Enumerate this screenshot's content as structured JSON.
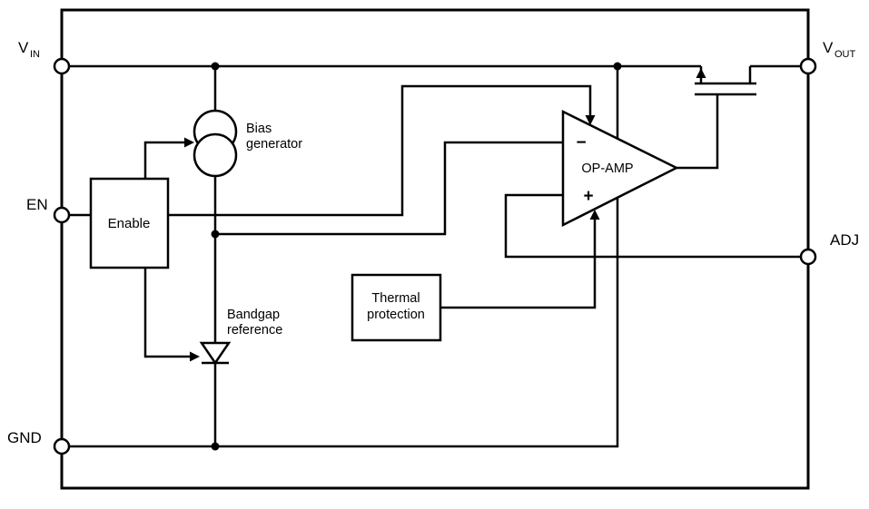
{
  "pins": {
    "vin": {
      "main": "V",
      "sub": "IN"
    },
    "vout": {
      "main": "V",
      "sub": "OUT"
    },
    "en": {
      "label": "EN"
    },
    "adj": {
      "label": "ADJ"
    },
    "gnd": {
      "label": "GND"
    }
  },
  "blocks": {
    "enable": {
      "label": "Enable"
    },
    "bias_generator": {
      "line1": "Bias",
      "line2": "generator"
    },
    "bandgap_reference": {
      "line1": "Bandgap",
      "line2": "reference"
    },
    "thermal_protection": {
      "line1": "Thermal",
      "line2": "protection"
    },
    "opamp": {
      "label": "OP-AMP",
      "minus": "−",
      "plus": "+"
    }
  },
  "colors": {
    "line": "#000000",
    "background": "#ffffff"
  }
}
